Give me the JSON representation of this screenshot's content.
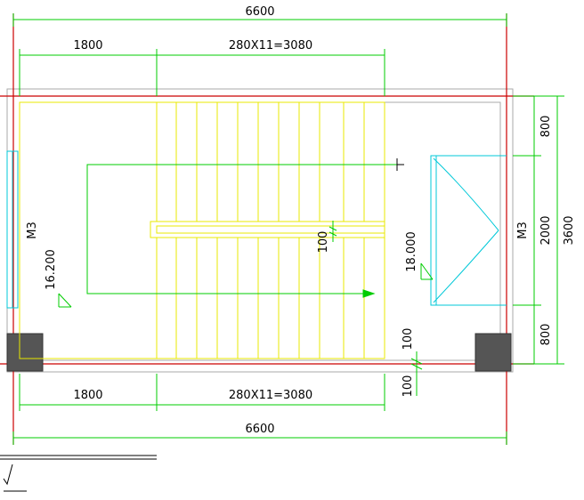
{
  "colors": {
    "dimension": "#00cc00",
    "wall_red": "#cc0000",
    "stair_yellow": "#ffff00",
    "door_cyan": "#00c8d8",
    "window_cyan": "#00c8d8",
    "column_fill": "#555555",
    "wall_gray": "#aaaaaa",
    "text": "#000000"
  },
  "dimensions": {
    "top_overall": "6600",
    "top_left": "1800",
    "top_right": "280X11=3080",
    "bottom_left": "1800",
    "bottom_right": "280X11=3080",
    "bottom_overall": "6600",
    "right_top": "800",
    "right_middle": "2000",
    "right_bottom": "800",
    "right_overall": "3600",
    "landing_gap": "100",
    "bottom_gap_1": "100",
    "bottom_gap_2": "100"
  },
  "labels": {
    "door_left": "M3",
    "door_right": "M3",
    "elevation_lower": "16.200",
    "elevation_upper": "18.000"
  }
}
